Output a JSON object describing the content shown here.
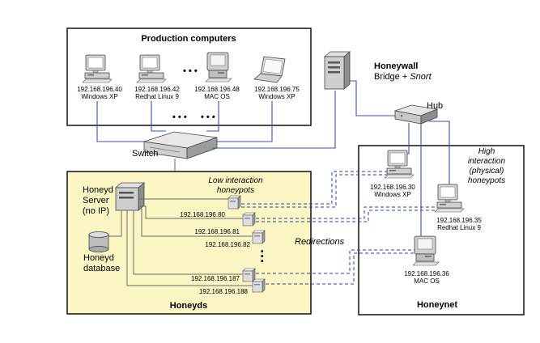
{
  "production": {
    "title": "Production computers",
    "computers": [
      {
        "ip": "192.168.196.40",
        "os": "Windows XP"
      },
      {
        "ip": "192.168.196.42",
        "os": "Redhat Linux 9"
      },
      {
        "ip": "192.168.196.48",
        "os": "MAC OS"
      },
      {
        "ip": "192.168.196.75",
        "os": "Windows XP"
      }
    ],
    "ellipsis_top": "• • •",
    "ellipsis_bottom": "• • •"
  },
  "switch": {
    "label": "Switch"
  },
  "honeywall": {
    "name": "Honeywall",
    "sub_prefix": "Bridge + ",
    "sub_italic": "Snort"
  },
  "hub": {
    "label": "Hub"
  },
  "honeyd": {
    "title": "Honeyds",
    "server_line1": "Honeyd",
    "server_line2": "Server",
    "server_line3": "(no IP)",
    "db_line1": "Honeyd",
    "db_line2": "database",
    "low_line1": "Low interaction",
    "low_line2": "honeypots",
    "honeypots": [
      {
        "ip": "192.168.196.80"
      },
      {
        "ip": "192.168.196.81"
      },
      {
        "ip": "192.168.196.82"
      },
      {
        "ip": "192.168.196.187"
      },
      {
        "ip": "192.168.196.188"
      }
    ],
    "vdots": "•\n•\n•"
  },
  "redirections": {
    "label": "Redirections"
  },
  "honeynet": {
    "title": "Honeynet",
    "high_line1": "High",
    "high_line2": "interaction",
    "high_line3": "(physical)",
    "high_line4": "honeypots",
    "hosts": [
      {
        "ip": "192.168.196.30",
        "os": "Windows XP"
      },
      {
        "ip": "192.168.196.35",
        "os": "Redhat Linux 9"
      },
      {
        "ip": "192.168.196.36",
        "os": "MAC OS"
      }
    ]
  },
  "colors": {
    "honeyd_fill": "#fbf6c3",
    "wire": "#3a4fb5",
    "dashed": "#2c3ea8"
  }
}
